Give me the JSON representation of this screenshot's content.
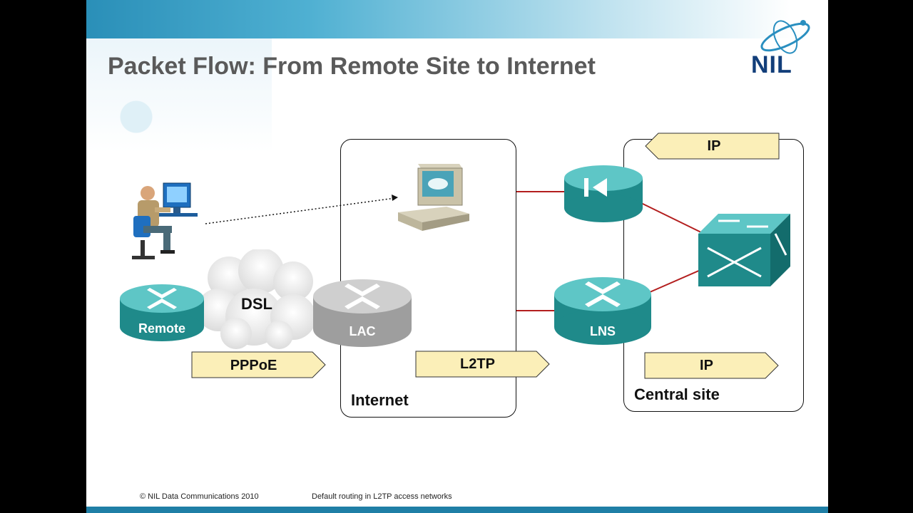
{
  "slide": {
    "title": "Packet Flow: From Remote Site to Internet",
    "logo_text": "NIL",
    "footer_copyright": "© NIL Data Communications 2010",
    "footer_topic": "Default routing in L2TP access networks"
  },
  "diagram": {
    "regions": {
      "internet": "Internet",
      "central_site": "Central site"
    },
    "cloud_label": "DSL",
    "devices": {
      "remote_router": "Remote",
      "lac_router": "LAC",
      "lns_router": "LNS"
    },
    "protocol_arrows": {
      "pppoe": "PPPoE",
      "l2tp": "L2TP",
      "ip_return": "IP",
      "ip_forward": "IP"
    }
  },
  "colors": {
    "router_teal": "#1f8a8a",
    "lac_gray": "#9e9e9e",
    "arrow_fill": "#fbefb8",
    "link_red": "#b31e1e",
    "logo_blue": "#123e7a"
  }
}
